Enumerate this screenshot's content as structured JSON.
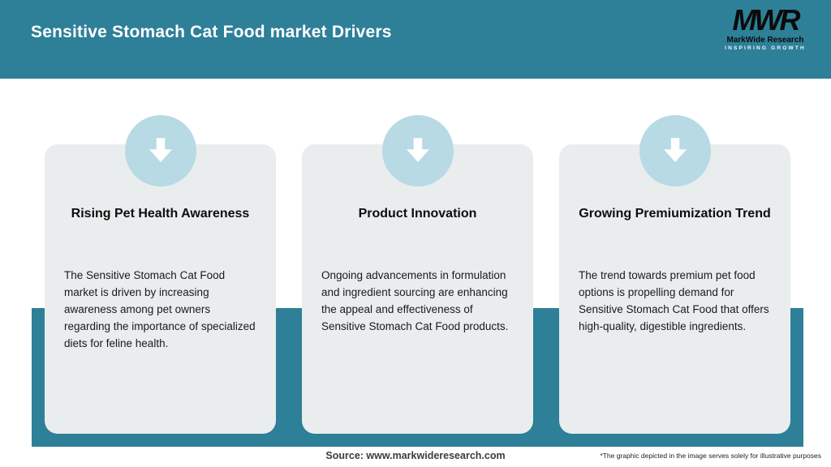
{
  "header": {
    "title": "Sensitive Stomach Cat Food market Drivers",
    "logo": {
      "mark": "MWR",
      "name": "MarkWide Research",
      "tagline": "INSPIRING GROWTH"
    }
  },
  "cards": [
    {
      "title": "Rising Pet Health Awareness",
      "body": "The Sensitive Stomach Cat Food market is driven by increasing awareness among pet owners regarding the importance of specialized diets for feline health."
    },
    {
      "title": "Product Innovation",
      "body": "Ongoing advancements in formulation and ingredient sourcing are enhancing the appeal and effectiveness of Sensitive Stomach Cat Food products."
    },
    {
      "title": "Growing Premiumization Trend",
      "body": "The trend towards premium pet food options is propelling demand for Sensitive Stomach Cat Food that offers high-quality, digestible ingredients."
    }
  ],
  "footer": {
    "source": "Source: www.markwideresearch.com",
    "disclaimer": "*The graphic depicted in the image serves solely for illustrative purposes"
  },
  "colors": {
    "teal": "#2e7f98",
    "card_bg": "#e9edee",
    "badge_blue": "#b7dae4",
    "title_text": "#ffffff"
  }
}
